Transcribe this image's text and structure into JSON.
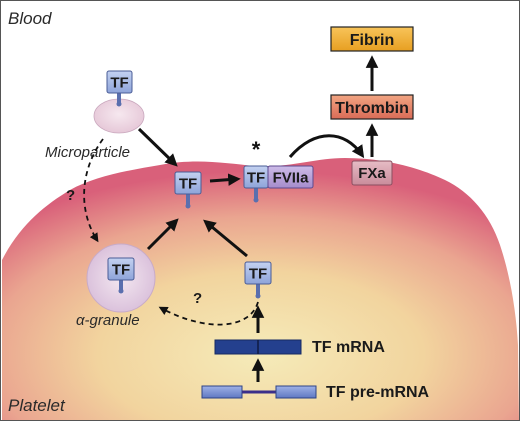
{
  "labels": {
    "blood": "Blood",
    "platelet": "Platelet",
    "microparticle": "Microparticle",
    "alpha_granule": "α-granule",
    "question_mark": "?",
    "asterisk": "*"
  },
  "molecules": {
    "tf": "TF",
    "fviia": "FVIIa",
    "fxa": "FXa",
    "thrombin": "Thrombin",
    "fibrin": "Fibrin",
    "tf_mrna": "TF mRNA",
    "tf_pre_mrna": "TF pre-mRNA"
  },
  "colors": {
    "tf_box": "#9fb2e0",
    "fviia_box": "#b9a4dc",
    "fxa_box": "#d7a1ae",
    "thrombin_box": "#e58a6c",
    "fibrin_box": "#f2b134",
    "mrna_bar": "#24408e",
    "platelet_edge": "#d9607a",
    "platelet_center": "#f3dfa8"
  }
}
